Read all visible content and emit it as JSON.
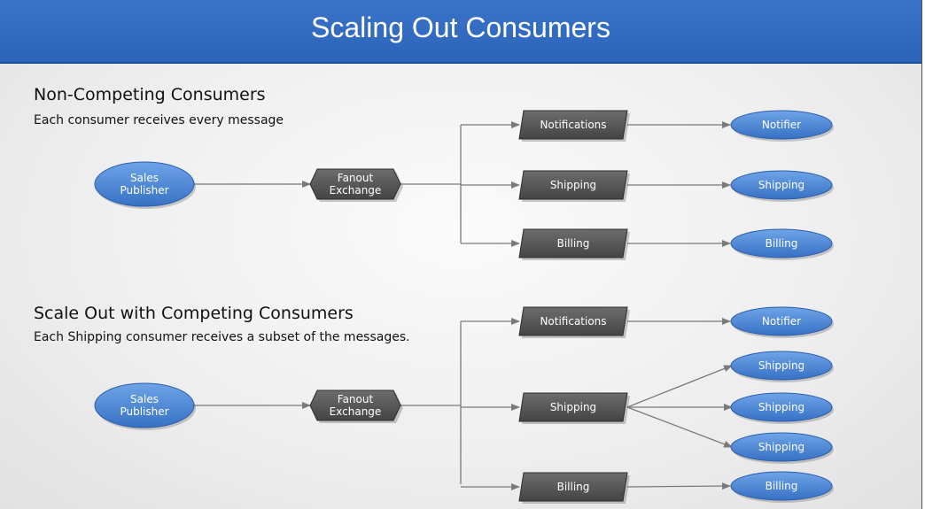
{
  "title": "Scaling Out Consumers",
  "sections": [
    {
      "heading": "Non-Competing Consumers",
      "subheading": "Each consumer receives every message",
      "publisher": [
        "Sales",
        "Publisher"
      ],
      "exchange": [
        "Fanout",
        "Exchange"
      ],
      "queues": [
        "Notifications",
        "Shipping",
        "Billing"
      ],
      "consumers": [
        "Notifier",
        "Shipping",
        "Billing"
      ]
    },
    {
      "heading": "Scale Out with Competing Consumers",
      "subheading": "Each Shipping consumer receives a subset of the messages.",
      "publisher": [
        "Sales",
        "Publisher"
      ],
      "exchange": [
        "Fanout",
        "Exchange"
      ],
      "queues": [
        "Notifications",
        "Shipping",
        "Billing"
      ],
      "consumers": [
        "Notifier",
        "Shipping",
        "Shipping",
        "Shipping",
        "Billing"
      ]
    }
  ],
  "colors": {
    "consumer_fill": "#4a86d4",
    "queue_fill": "#5a5a5a",
    "connector": "#7a7a7a",
    "header": "#2f69bd"
  }
}
